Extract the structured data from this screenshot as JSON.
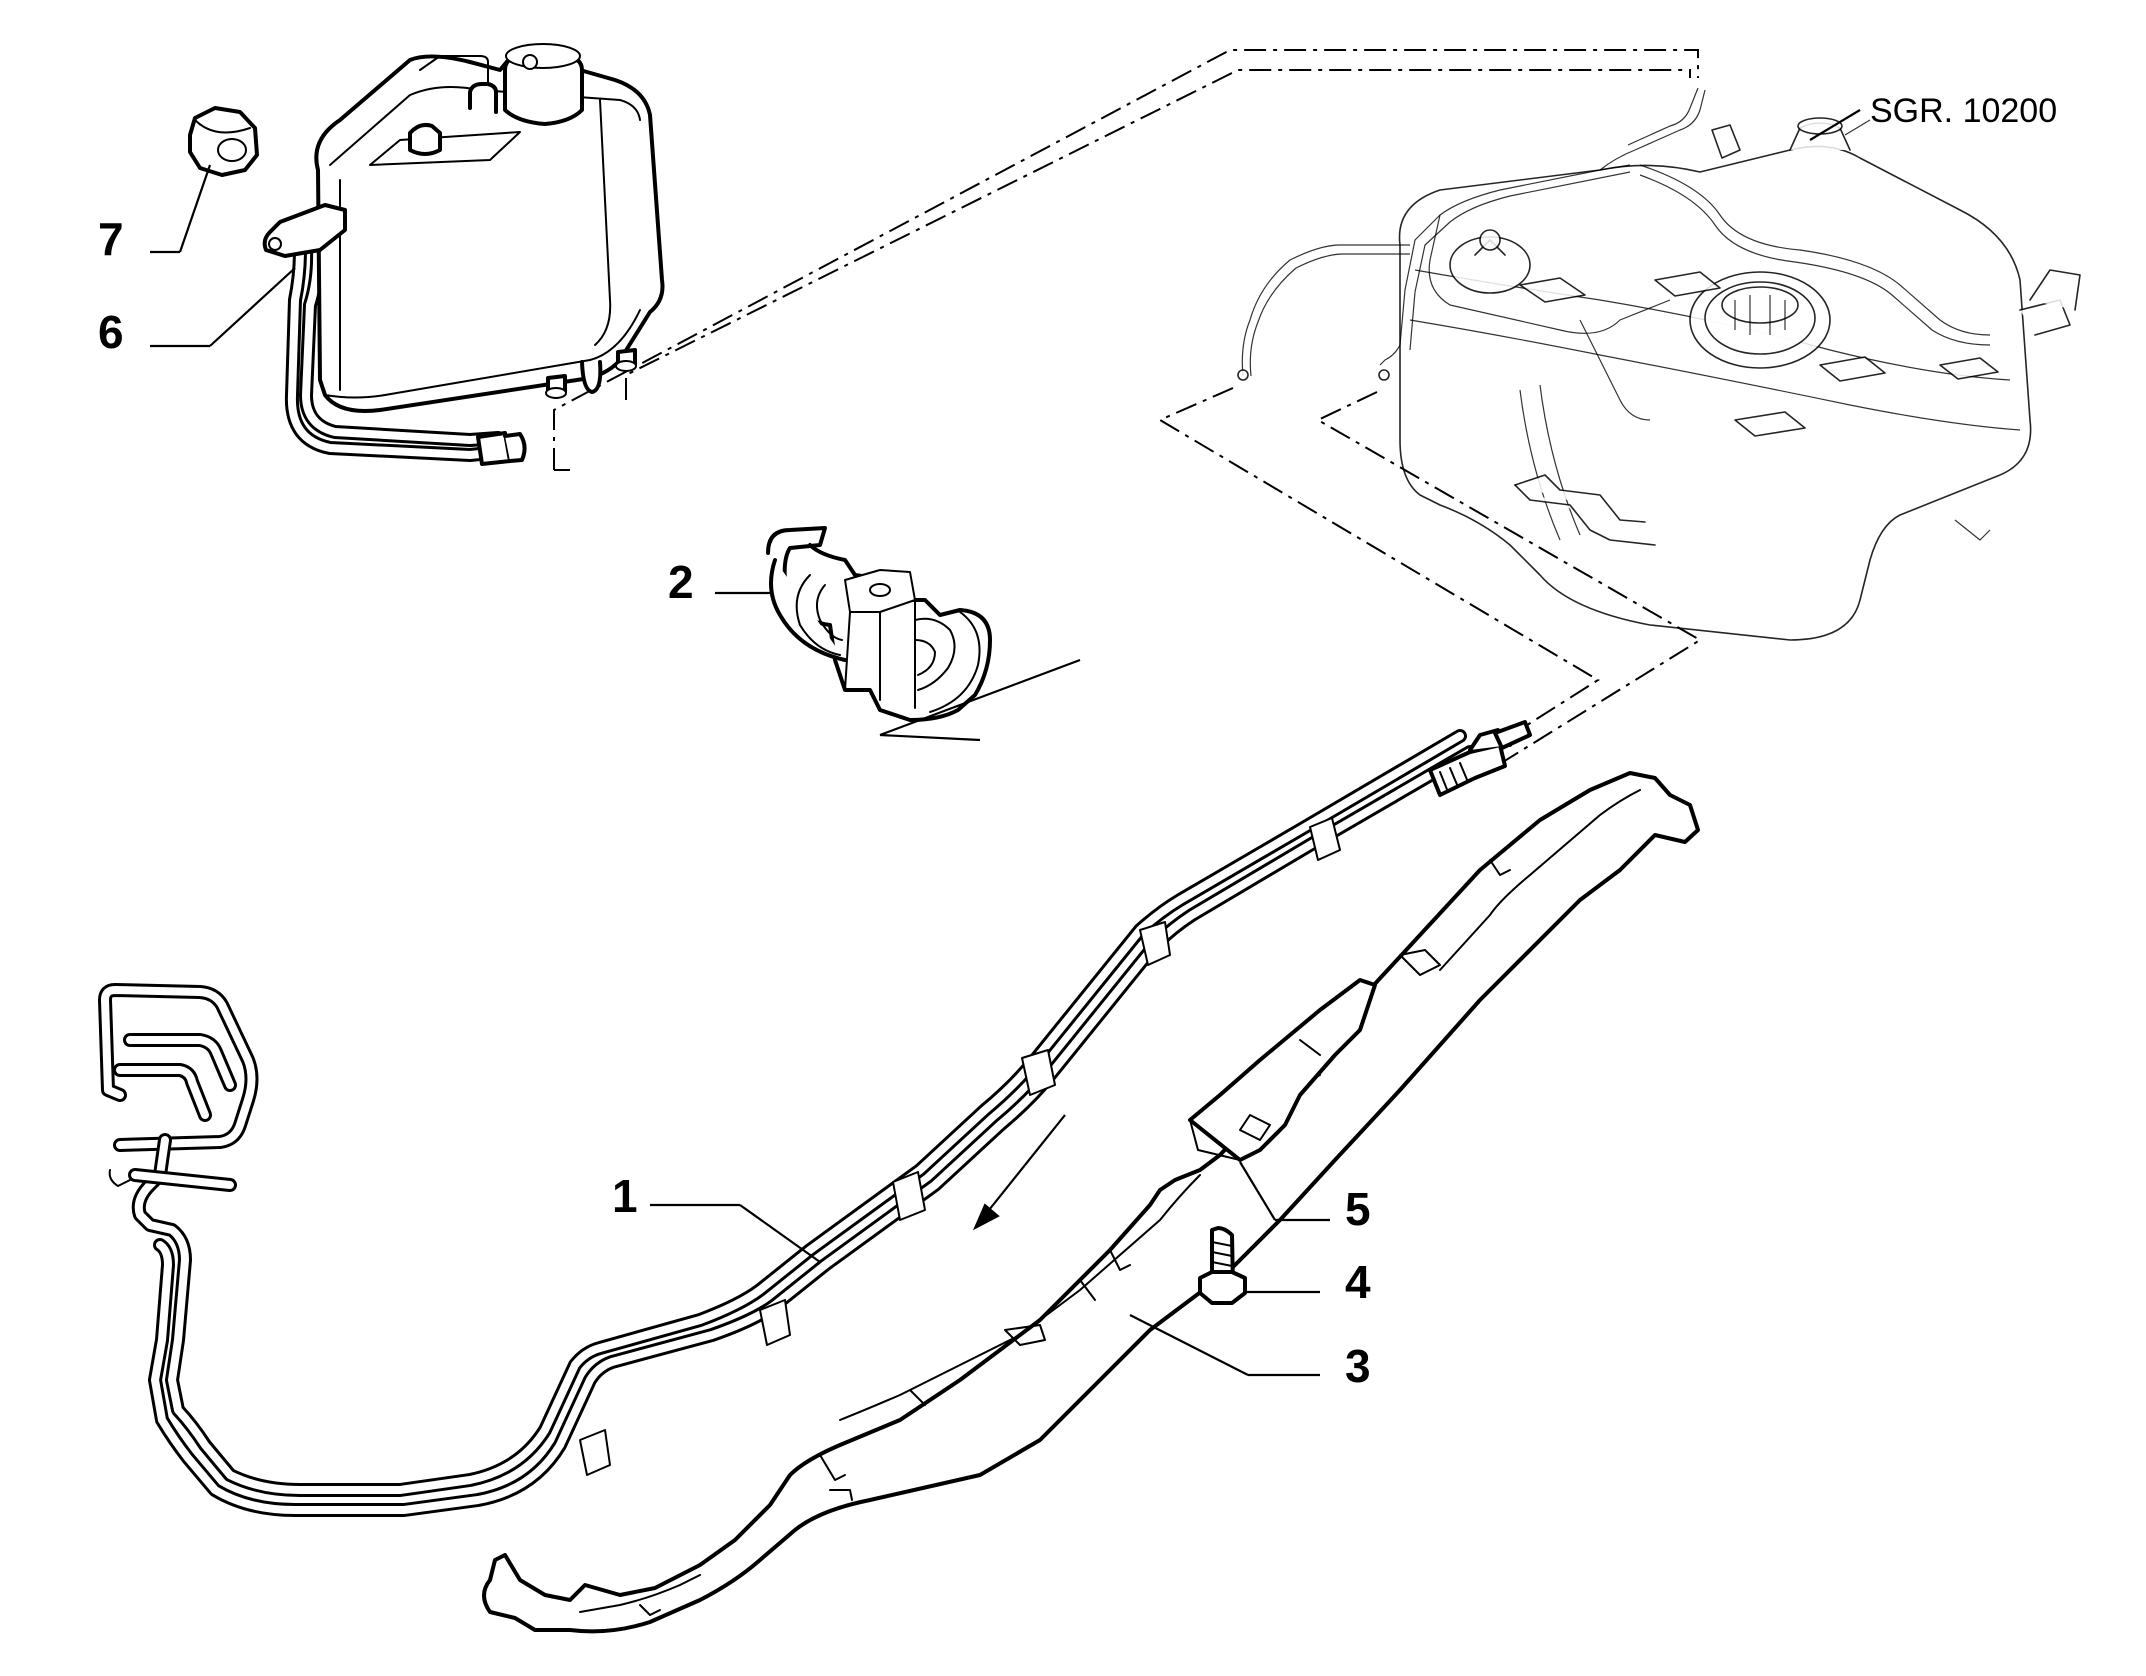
{
  "diagram": {
    "reference_label": "SGR. 10200",
    "callouts": [
      {
        "id": "1",
        "label": "1"
      },
      {
        "id": "2",
        "label": "2"
      },
      {
        "id": "3",
        "label": "3"
      },
      {
        "id": "4",
        "label": "4"
      },
      {
        "id": "5",
        "label": "5"
      },
      {
        "id": "6",
        "label": "6"
      },
      {
        "id": "7",
        "label": "7"
      }
    ]
  }
}
